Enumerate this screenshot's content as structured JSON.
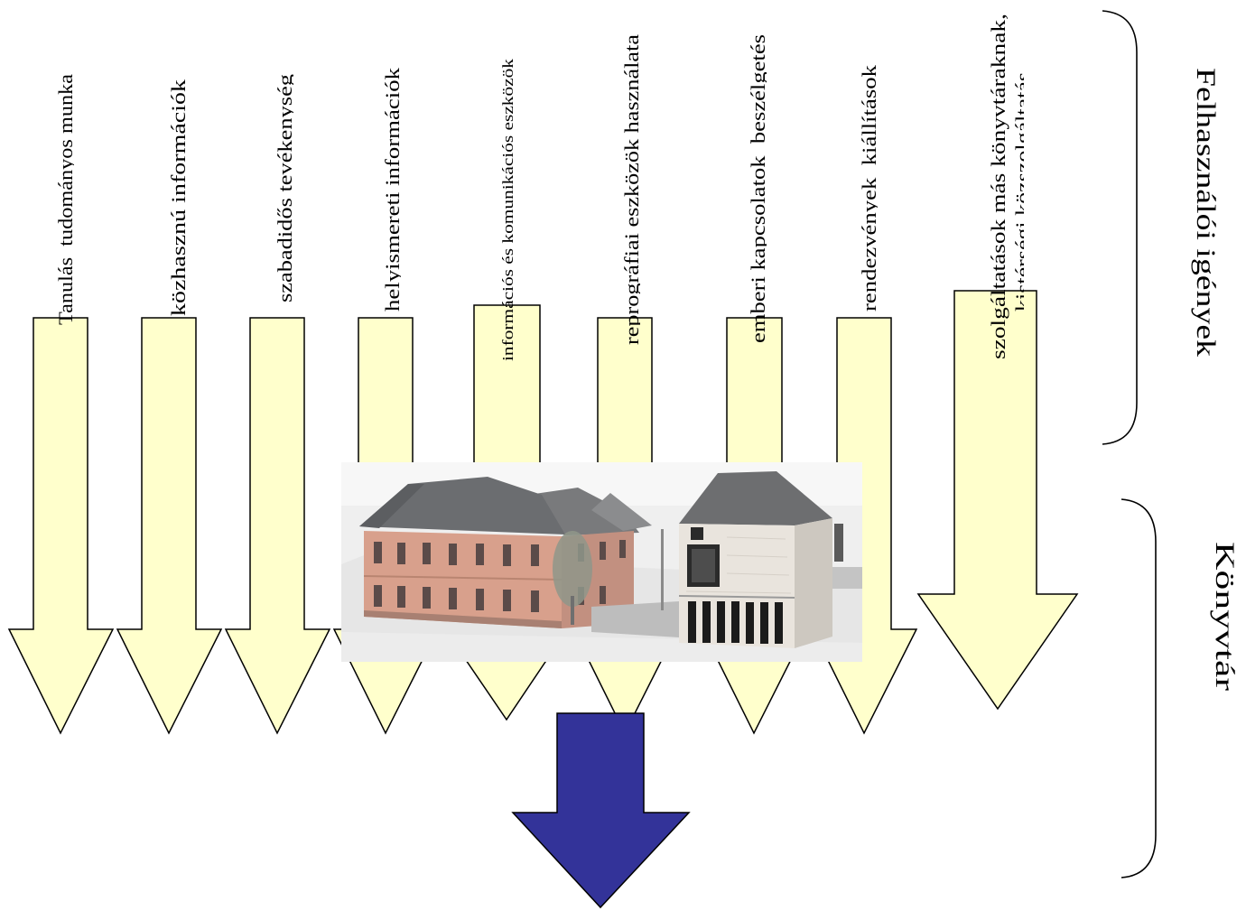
{
  "diagram": {
    "needs_heading": "Felhasználói igények",
    "library_heading": "Könyvtár",
    "needs": [
      {
        "label": "Tanulás  tudományos munka"
      },
      {
        "label": "közhasznú információk"
      },
      {
        "label": "szabadidős tevékenység"
      },
      {
        "label": "helyismereti információk"
      },
      {
        "label": "információs és komunikációs eszközök"
      },
      {
        "label": "reprográfiai eszközök használata"
      },
      {
        "label": "emberi kapcsolatok  beszélgetés"
      },
      {
        "label": "rendezvények  kiállítások"
      },
      {
        "label": "szolgáltatások más könyvtáraknak,",
        "label_line2": "kistérségi közszolgáltatás"
      }
    ],
    "colors": {
      "need_arrow": "#FFFFCC",
      "output_arrow": "#333399",
      "outline": "#000000"
    },
    "library_image": "library-building-photo"
  }
}
